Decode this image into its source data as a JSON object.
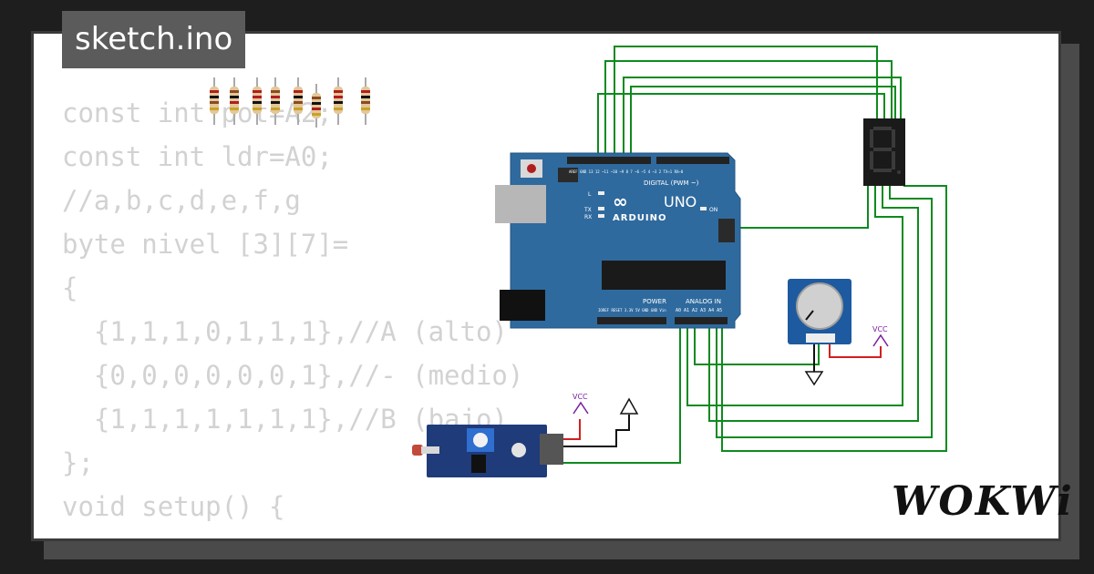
{
  "tab": {
    "title": "sketch.ino"
  },
  "code_lines": [
    "const int pot=A2;",
    "const int ldr=A0;",
    "//a,b,c,d,e,f,g",
    "byte nivel [3][7]=",
    "{",
    "  {1,1,1,0,1,1,1},//A (alto)",
    "  {0,0,0,0,0,0,1},//- (medio)",
    "  {1,1,1,1,1,1,1},//B (bajo)",
    "};",
    "",
    "void setup() {"
  ],
  "arduino": {
    "brand": "ARDUINO",
    "model": "UNO",
    "digital_label": "DIGITAL (PWM ~)",
    "digital_pins": "AREF GND 13 12 ~11 ~10 ~9 8   7 ~6 ~5 4 ~3 2 TX→1 RX←0",
    "power_label": "POWER",
    "power_pins": "IOREF RESET 3.3V 5V GND GND Vin",
    "analog_label": "ANALOG IN",
    "analog_pins": "A0 A1 A2 A3 A4 A5",
    "led_l": "L",
    "led_tx": "TX",
    "led_rx": "RX",
    "led_on": "ON"
  },
  "vcc_label_1": "VCC",
  "vcc_label_2": "VCC",
  "logo": {
    "text": "WOKWi"
  },
  "colors": {
    "background": "#1e1e1e",
    "board": "#2f6a9e",
    "wire_green": "#0d8a1f",
    "wire_red": "#d21f1f",
    "wire_black": "#111111",
    "sensor_pcb": "#1f3b7a",
    "display": "#1a1a1a",
    "code_text": "#d2d2d2"
  }
}
